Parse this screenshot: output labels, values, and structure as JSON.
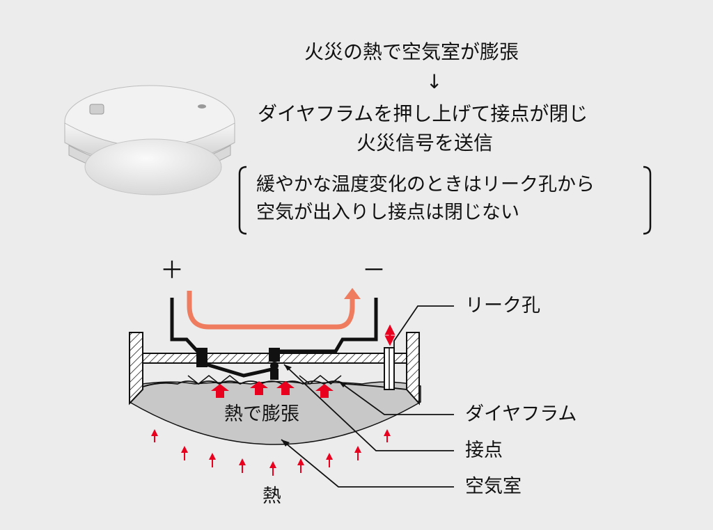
{
  "flow": {
    "step1": "火災の熱で空気室が膨張",
    "arrow": "↓",
    "step2": "ダイヤフラムを押し上げて接点が閉じ",
    "step3": "火災信号を送信"
  },
  "note": {
    "line1": "緩やかな温度変化のときはリーク孔から",
    "line2": "空気が出入りし接点は閉じない"
  },
  "diagram": {
    "plus": "＋",
    "minus": "－",
    "expand_label": "熱で膨張",
    "heat_label": "熱",
    "labels": {
      "leak_hole": "リーク孔",
      "diaphragm": "ダイヤフラム",
      "contact": "接点",
      "air_chamber": "空気室"
    }
  },
  "colors": {
    "background": "#ececec",
    "heat_arrow": "#e8001e",
    "current_arrow": "#ef7c5e",
    "air_chamber_fill": "#c8c8c8",
    "line": "#111111"
  }
}
